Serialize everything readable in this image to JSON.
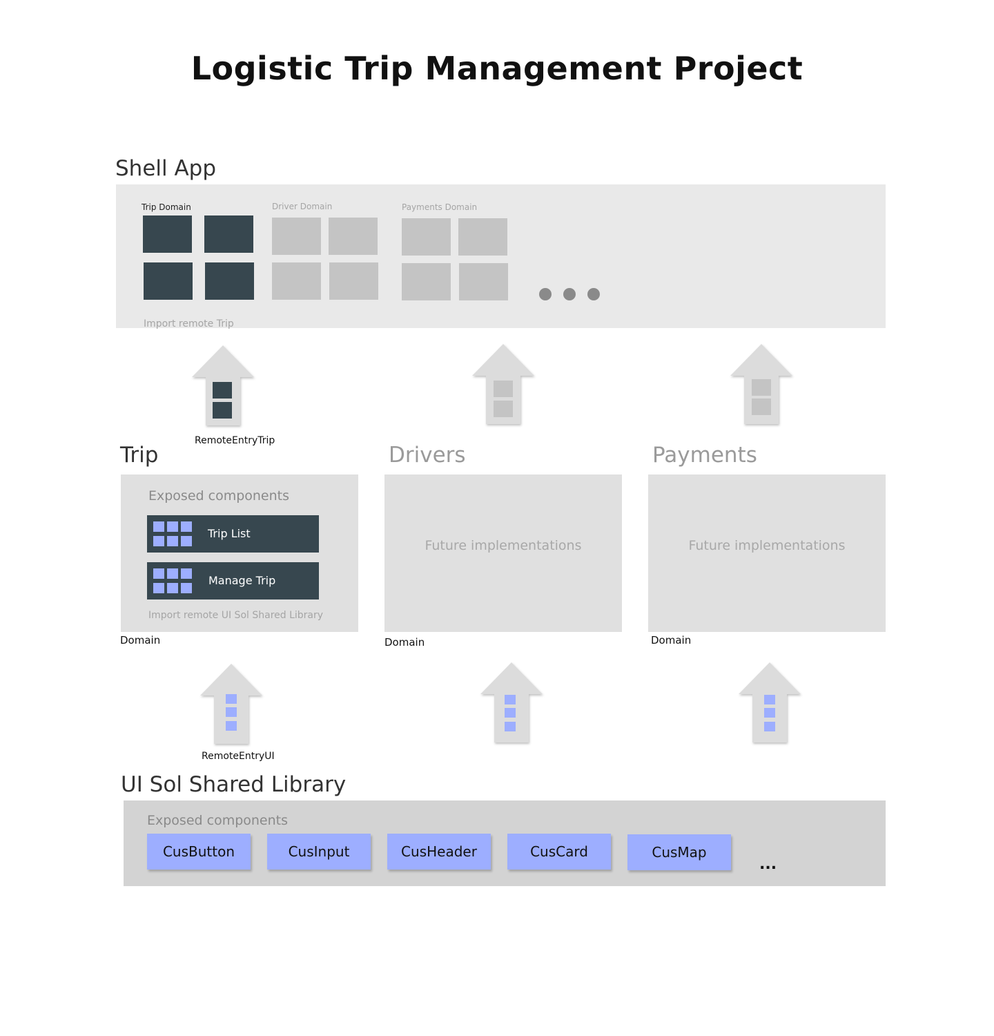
{
  "title": "Logistic Trip Management Project",
  "shell_app": {
    "heading": "Shell App",
    "domains": [
      {
        "label": "Trip Domain",
        "state": "active"
      },
      {
        "label": "Driver Domain",
        "state": "inactive"
      },
      {
        "label": "Payments Domain",
        "state": "inactive"
      }
    ],
    "more_icon": "ellipsis-dots-icon",
    "import_note": "Import remote  Trip"
  },
  "arrows_upper": {
    "trip_caption": "RemoteEntryTrip"
  },
  "domains": {
    "trip": {
      "heading": "Trip",
      "exposed_label": "Exposed components",
      "components": [
        {
          "label": "Trip List",
          "icon": "grid-icon"
        },
        {
          "label": "Manage Trip",
          "icon": "grid-icon"
        }
      ],
      "import_note": "Import remote UI Sol Shared Library",
      "caption": "Domain"
    },
    "drivers": {
      "heading": "Drivers",
      "body": "Future implementations",
      "caption": "Domain"
    },
    "payments": {
      "heading": "Payments",
      "body": "Future implementations",
      "caption": "Domain"
    }
  },
  "arrows_lower": {
    "ui_caption": "RemoteEntryUI"
  },
  "shared_library": {
    "heading": "UI Sol Shared Library",
    "exposed_label": "Exposed components",
    "components": [
      "CusButton",
      "CusInput",
      "CusHeader",
      "CusCard",
      "CusMap"
    ],
    "more": "..."
  },
  "colors": {
    "dark_tile": "#37474f",
    "light_tile": "#c4c4c4",
    "accent_blue": "#9daeff",
    "panel": "#e9e9e9",
    "arrow": "#dcdcdc"
  }
}
